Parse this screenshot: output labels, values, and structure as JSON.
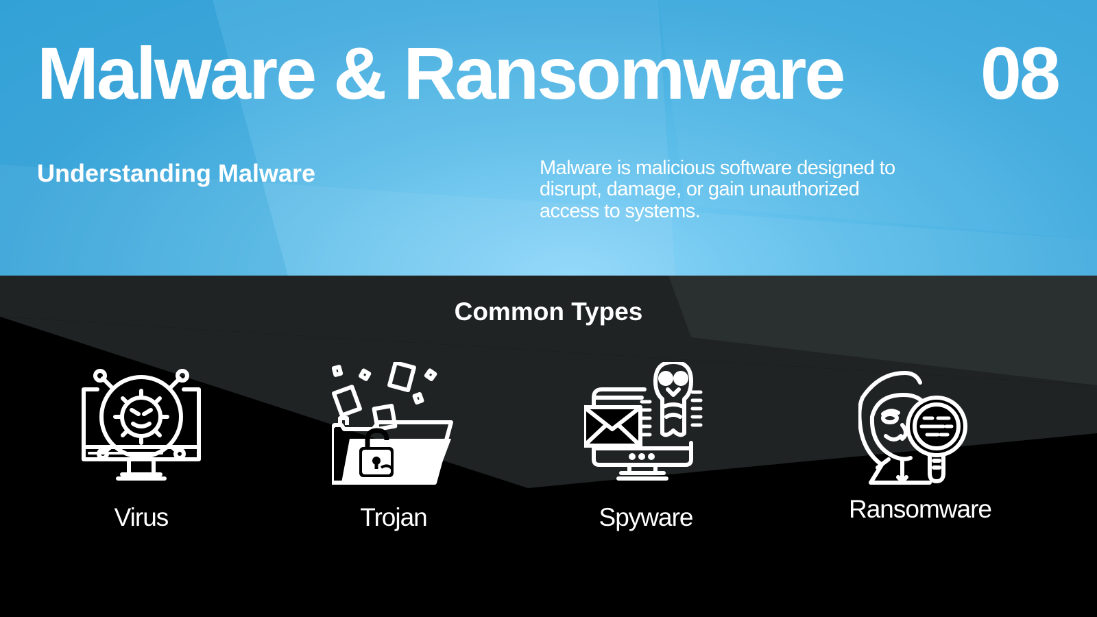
{
  "header": {
    "title": "Malware & Ransomware",
    "slide_number": "08",
    "subtitle": "Understanding Malware",
    "description": "Malware is malicious software designed to disrupt, damage, or gain unauthorized access to systems."
  },
  "types_section": {
    "title": "Common Types",
    "items": [
      {
        "label": "Virus",
        "icon": "virus-monitor-icon"
      },
      {
        "label": "Trojan",
        "icon": "trojan-folder-icon"
      },
      {
        "label": "Spyware",
        "icon": "spyware-owl-icon"
      },
      {
        "label": "Ransomware",
        "icon": "hacker-magnifier-icon"
      }
    ]
  },
  "colors": {
    "top_background": "#35a4da",
    "top_highlight": "#85d4fb",
    "bottom_background": "#000000",
    "bottom_facet": "#1f2324",
    "text": "#ffffff"
  }
}
